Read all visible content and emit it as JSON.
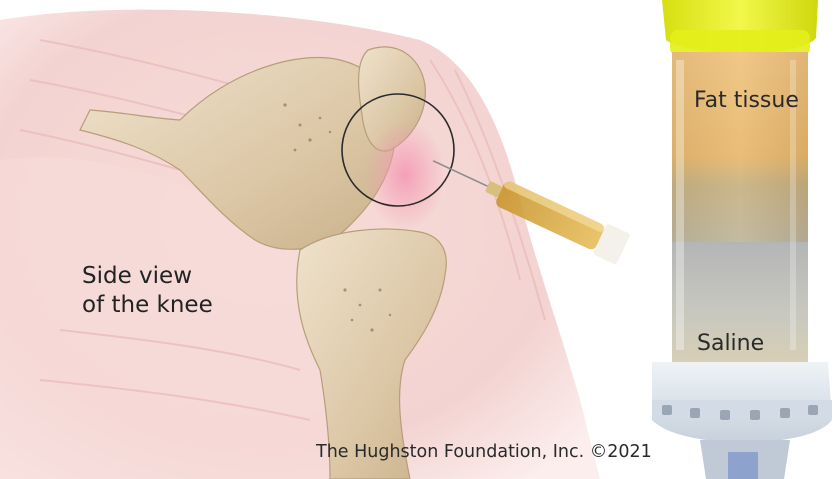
{
  "illustration": {
    "knee_label_line1": "Side view",
    "knee_label_line2": "of the knee"
  },
  "photo": {
    "fat_label": "Fat tissue",
    "saline_label": "Saline"
  },
  "credit": "The Hughston Foundation, Inc. ©2021",
  "colors": {
    "skin": "#f3d2d0",
    "bone": "#e2cfb2",
    "inflammation": "#f2a8b8",
    "syringe_fluid": "#d6a73a",
    "fat_tissue": "#e8b567",
    "canister_cap": "#e4ee1a",
    "canister_base": "#d8e2ec"
  },
  "icons": [
    "syringe-icon",
    "magnifier-circle-icon"
  ]
}
